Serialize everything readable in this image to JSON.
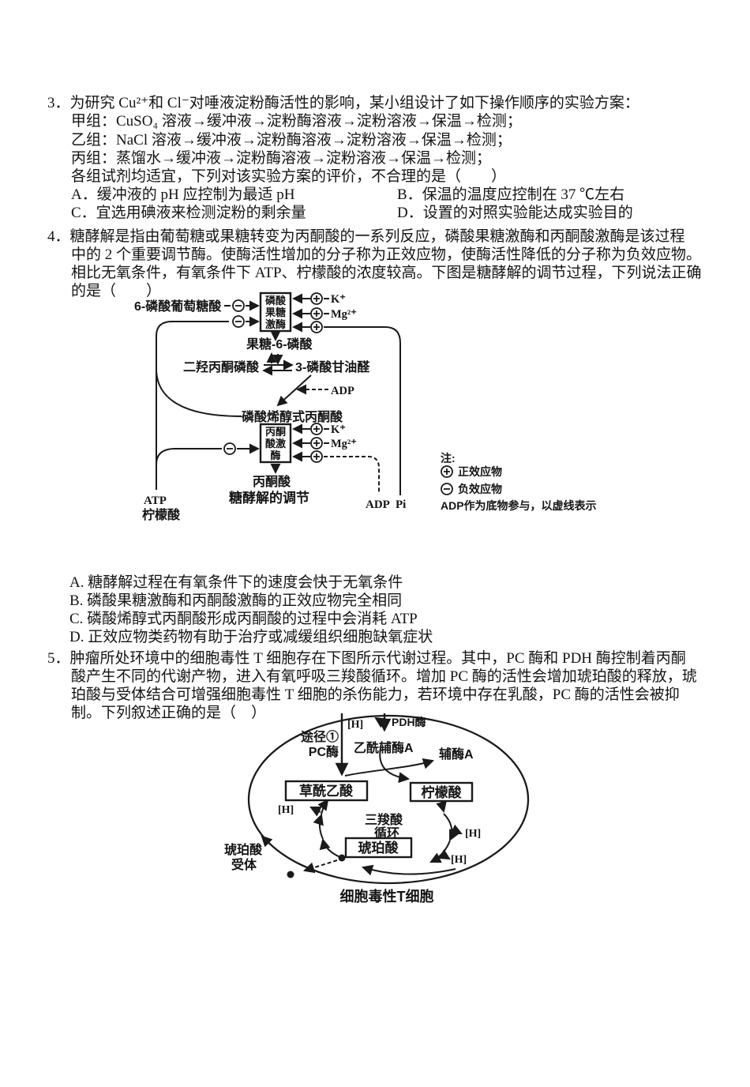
{
  "q3": {
    "num": "3．",
    "l1": "为研究 Cu²⁺和 Cl⁻对唾液淀粉酶活性的影响，某小组设计了如下操作顺序的实验方案：",
    "l2": "甲组：CuSO₄ 溶液→缓冲液→淀粉酶溶液→淀粉溶液→保温→检测；",
    "l3": "乙组：NaCl 溶液→缓冲液→淀粉酶溶液→淀粉溶液→保温→检测；",
    "l4": "丙组：蒸馏水→缓冲液→淀粉酶溶液→淀粉溶液→保温→检测；",
    "l5": "各组试剂均适宜，下列对该实验方案的评价，不合理的是（　　）",
    "optA": "A．缓冲液的 pH 应控制为最适 pH",
    "optB": "B．保温的温度应控制在 37 ℃左右",
    "optC": "C．宜选用碘液来检测淀粉的剩余量",
    "optD": "D．设置的对照实验能达成实验目的"
  },
  "q4": {
    "num": "4．",
    "l1": "糖酵解是指由葡萄糖或果糖转变为丙酮酸的一系列反应，磷酸果糖激酶和丙酮酸激酶是该过程",
    "l2": "中的 2 个重要调节酶。使酶活性增加的分子称为正效应物，使酶活性降低的分子称为负效应物。",
    "l3": "相比无氧条件，有氧条件下 ATP、柠檬酸的浓度较高。下图是糖酵解的调节过程，下列说法正确",
    "l4": "的是（　　）",
    "optA": "A. 糖酵解过程在有氧条件下的速度会快于无氧条件",
    "optB": "B. 磷酸果糖激酶和丙酮酸激酶的正效应物完全相同",
    "optC": "C. 磷酸烯醇式丙酮酸形成丙酮酸的过程中会消耗  ATP",
    "optD": "D. 正效应物类药物有助于治疗或减缓组织细胞缺氧症状"
  },
  "q5": {
    "num": "5．",
    "l1": "肿瘤所处环境中的细胞毒性 T 细胞存在下图所示代谢过程。其中，PC 酶和 PDH 酶控制着丙酮",
    "l2": "酸产生不同的代谢产物，进入有氧呼吸三羧酸循环。增加 PC 酶的活性会增加琥珀酸的释放，琥",
    "l3": "珀酸与受体结合可增强细胞毒性 T 细胞的杀伤能力，若环境中存在乳酸，PC 酶的活性会被抑",
    "l4": "制。下列叙述正确的是（　）"
  },
  "diagram1": {
    "glucose6p": "6-磷酸葡萄糖酸",
    "pfk_r1": "磷酸",
    "pfk_r2": "果糖",
    "pfk_r3": "激酶",
    "k1": "K⁺",
    "mg1": "Mg²⁺",
    "f6p": "果糖-6-磷酸",
    "dhap": "二羟丙酮磷酸",
    "g3p": "3-磷酸甘油醛",
    "adp_sub": "ADP",
    "pep": "磷酸烯醇式丙酮酸",
    "pk_r1": "丙酮",
    "pk_r2": "酸激",
    "pk_r3": "酶",
    "k2": "K⁺",
    "mg2": "Mg²⁺",
    "pyruvate": "丙酮酸",
    "caption": "糖酵解的调节",
    "atp": "ATP",
    "citrate": "柠檬酸",
    "adp": "ADP",
    "pi": "Pi",
    "note_title": "注:",
    "note_pos": "正效应物",
    "note_neg": "负效应物",
    "note_adp": "ADP作为底物参与，以虚线表示"
  },
  "diagram2": {
    "path1": "途径①",
    "pc": "PC酶",
    "h_top": "[H]",
    "pdh": "PDH酶",
    "acetylcoa": "乙酰辅酶A",
    "coa": "辅酶A",
    "oaa": "草酰乙酸",
    "citrate": "柠檬酸",
    "h_left": "[H]",
    "tca1": "三羧酸",
    "tca2": "循环",
    "succinate": "琥珀酸",
    "h_r1": "[H]",
    "h_r2": "[H]",
    "receptor1": "琥珀酸",
    "receptor2": "受体",
    "cell": "细胞毒性T细胞"
  }
}
